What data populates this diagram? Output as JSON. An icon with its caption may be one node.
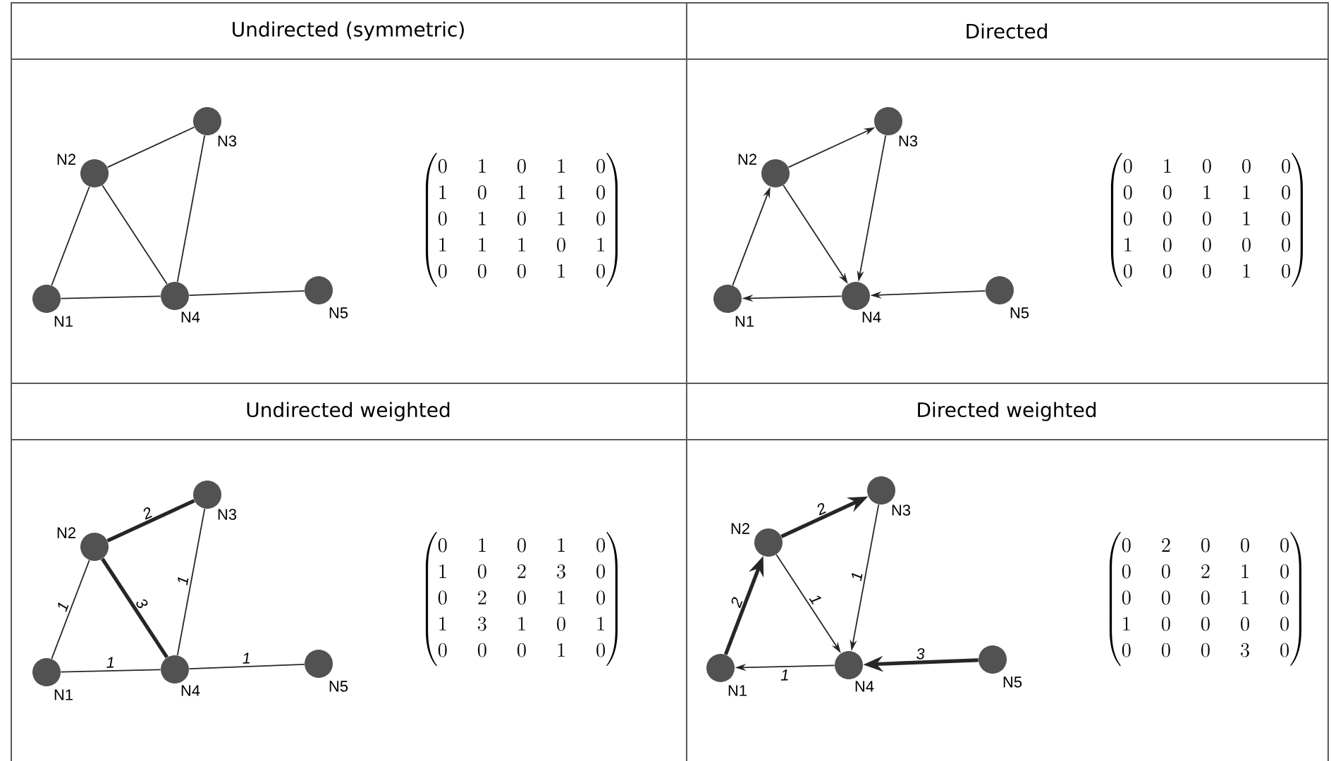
{
  "diagram": {
    "nodes": [
      {
        "text": [],
        "shape": "circle",
        "beside": [
          "N1"
        ]
      },
      {
        "text": [],
        "shape": "circle",
        "beside": [
          "N2"
        ]
      },
      {
        "text": [],
        "shape": "circle",
        "beside": [
          "N3"
        ]
      },
      {
        "text": [],
        "shape": "circle",
        "beside": [
          "N4"
        ]
      },
      {
        "text": [],
        "shape": "circle",
        "beside": [
          "N5"
        ]
      },
      {
        "text": [],
        "shape": "circle",
        "beside": [
          "N1"
        ]
      },
      {
        "text": [],
        "shape": "circle",
        "beside": [
          "N2"
        ]
      },
      {
        "text": [],
        "shape": "circle",
        "beside": [
          "N3"
        ]
      },
      {
        "text": [],
        "shape": "circle",
        "beside": [
          "N4"
        ]
      },
      {
        "text": [],
        "shape": "circle",
        "beside": [
          "N5"
        ]
      },
      {
        "text": [],
        "shape": "circle",
        "beside": [
          "N1"
        ]
      },
      {
        "text": [],
        "shape": "circle",
        "beside": [
          "N2"
        ]
      },
      {
        "text": [],
        "shape": "circle",
        "beside": [
          "N3"
        ]
      },
      {
        "text": [],
        "shape": "circle",
        "beside": [
          "N4"
        ]
      },
      {
        "text": [],
        "shape": "circle",
        "beside": [
          "N5"
        ]
      },
      {
        "text": [],
        "shape": "circle",
        "beside": [
          "N1"
        ]
      },
      {
        "text": [],
        "shape": "circle",
        "beside": [
          "N2"
        ]
      },
      {
        "text": [],
        "shape": "circle",
        "beside": [
          "N3"
        ]
      },
      {
        "text": [],
        "shape": "circle",
        "beside": [
          "N4"
        ]
      },
      {
        "text": [],
        "shape": "circle",
        "beside": [
          "N5"
        ]
      }
    ],
    "edges": [
      {
        "from": 0,
        "to": 1,
        "arrow": "none"
      },
      {
        "from": 1,
        "to": 2,
        "arrow": "none"
      },
      {
        "from": 0,
        "to": 3,
        "arrow": "none"
      },
      {
        "from": 1,
        "to": 3,
        "arrow": "none"
      },
      {
        "from": 2,
        "to": 3,
        "arrow": "none"
      },
      {
        "from": 3,
        "to": 4,
        "arrow": "none"
      },
      {
        "from": 5,
        "to": 6,
        "arrow": "to"
      },
      {
        "from": 6,
        "to": 7,
        "arrow": "to"
      },
      {
        "from": 6,
        "to": 8,
        "arrow": "to"
      },
      {
        "from": 7,
        "to": 8,
        "arrow": "to"
      },
      {
        "from": 8,
        "to": 5,
        "arrow": "to"
      },
      {
        "from": 9,
        "to": 8,
        "arrow": "to"
      },
      {
        "from": 10,
        "to": 11,
        "arrow": "none",
        "label": "1"
      },
      {
        "from": 11,
        "to": 12,
        "arrow": "none",
        "label": "2",
        "style": "thick"
      },
      {
        "from": 10,
        "to": 13,
        "arrow": "none",
        "label": "1"
      },
      {
        "from": 11,
        "to": 13,
        "arrow": "none",
        "label": "3",
        "style": "thick"
      },
      {
        "from": 12,
        "to": 13,
        "arrow": "none",
        "label": "1"
      },
      {
        "from": 13,
        "to": 14,
        "arrow": "none",
        "label": "1"
      },
      {
        "from": 15,
        "to": 16,
        "arrow": "to",
        "label": "2",
        "style": "thick"
      },
      {
        "from": 16,
        "to": 17,
        "arrow": "to",
        "label": "2",
        "style": "thick"
      },
      {
        "from": 16,
        "to": 18,
        "arrow": "to",
        "label": "1"
      },
      {
        "from": 17,
        "to": 18,
        "arrow": "to",
        "label": "1"
      },
      {
        "from": 18,
        "to": 15,
        "arrow": "to",
        "label": "1"
      },
      {
        "from": 19,
        "to": 18,
        "arrow": "to",
        "label": "3",
        "style": "thick"
      }
    ],
    "labels": [
      "Undirected (symmetric)",
      "Directed",
      "\\begin{pmatrix}0&1&0&1&0\\\\1&0&1&1&0\\\\0&1&0&1&0\\\\1&1&1&0&1\\\\0&0&0&1&0\\end{pmatrix}",
      "\\begin{pmatrix}0&1&0&0&0\\\\0&0&1&1&0\\\\0&0&0&1&0\\\\1&0&0&0&0\\\\0&0&0&1&0\\end{pmatrix}",
      "Undirected weighted",
      "Directed weighted",
      "\\begin{pmatrix}0&1&0&1&0\\\\1&0&2&3&0\\\\0&2&0&1&0\\\\1&3&1&0&1\\\\0&0&0&1&0\\end{pmatrix}",
      "\\begin{pmatrix}0&2&0&0&0\\\\0&0&2&1&0\\\\0&0&0&1&0\\\\1&0&0&0&0\\\\0&0&0&3&0\\end{pmatrix}"
    ]
  }
}
